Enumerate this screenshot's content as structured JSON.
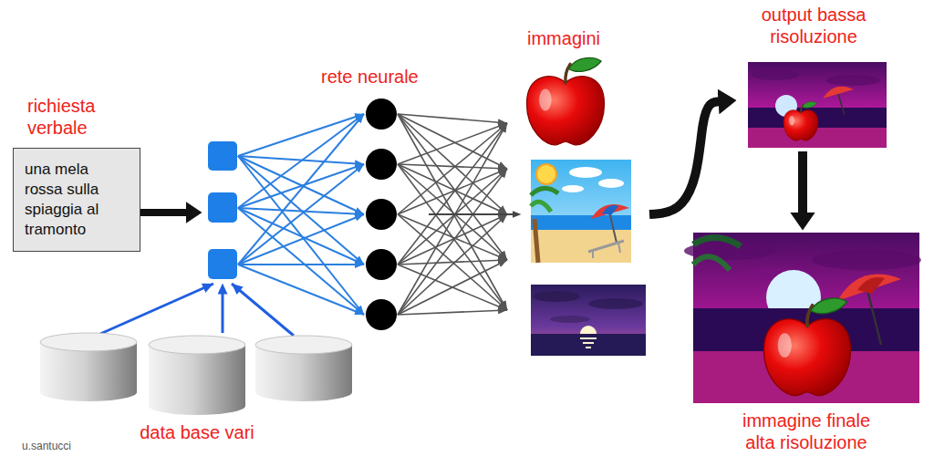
{
  "diagram": {
    "nodes": [
      {
        "text": [
          "richiesta verbale",
          "una mela rossa sulla spiaggia al tramonto"
        ]
      },
      {
        "text": [
          "rete neurale"
        ]
      },
      {
        "text": [
          "data base vari"
        ]
      },
      {
        "text": [
          "immagini"
        ]
      },
      {
        "text": [
          "output bassa risoluzione"
        ]
      },
      {
        "text": [
          "immagine finale alta risoluzione"
        ]
      }
    ],
    "edges": [
      {
        "from": 0,
        "to": 1,
        "arrow": "to"
      },
      {
        "from": 2,
        "to": 1,
        "arrow": "to"
      },
      {
        "from": 1,
        "to": 3,
        "arrow": "to"
      },
      {
        "from": 3,
        "to": 4,
        "arrow": "to"
      },
      {
        "from": 4,
        "to": 5,
        "arrow": "to"
      }
    ],
    "labels": [
      "u.santucci"
    ]
  }
}
